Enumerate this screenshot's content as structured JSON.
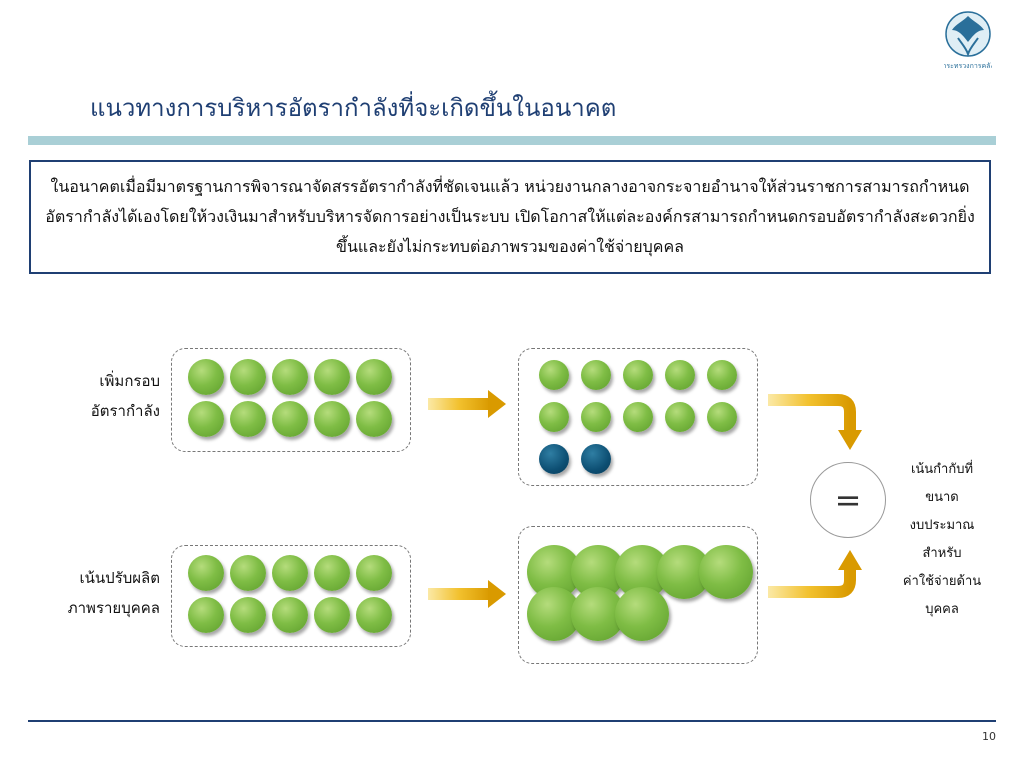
{
  "title": "แนวทางการบริหารอัตรากำลังที่จะเกิดขึ้นในอนาคต",
  "logo_text": "กระทรวงการคลัง",
  "description": "ในอนาคตเมื่อมีมาตรฐานการพิจารณาจัดสรรอัตรากำลังที่ชัดเจนแล้ว หน่วยงานกลางอาจกระจายอำนาจให้ส่วนราชการสามารถกำหนดอัตรากำลังได้เองโดยให้วงเงินมาสำหรับบริหารจัดการอย่างเป็นระบบ เปิดโอกาสให้แต่ละองค์กรสามารถกำหนดกรอบอัตรากำลังสะดวกยิ่งขึ้นและยังไม่กระทบต่อภาพรวมของค่าใช้จ่ายบุคคล",
  "rows": [
    {
      "label_line1": "เพิ่มกรอบ",
      "label_line2": "อัตรากำลัง"
    },
    {
      "label_line1": "เน้นปรับผลิต",
      "label_line2": "ภาพรายบุคคล"
    }
  ],
  "equals_sign": "=",
  "result_lines": [
    "เน้นกำกับที่",
    "ขนาด",
    "งบประมาณ",
    "สำหรับ",
    "ค่าใช้จ่ายด้าน",
    "บุคคล"
  ],
  "page_number": "10",
  "colors": {
    "title": "#1f3f73",
    "title_bar": "#a9cfd6",
    "green_dot": "#7fbd45",
    "blue_dot": "#0d4f73",
    "arrow": "#f2b705"
  }
}
